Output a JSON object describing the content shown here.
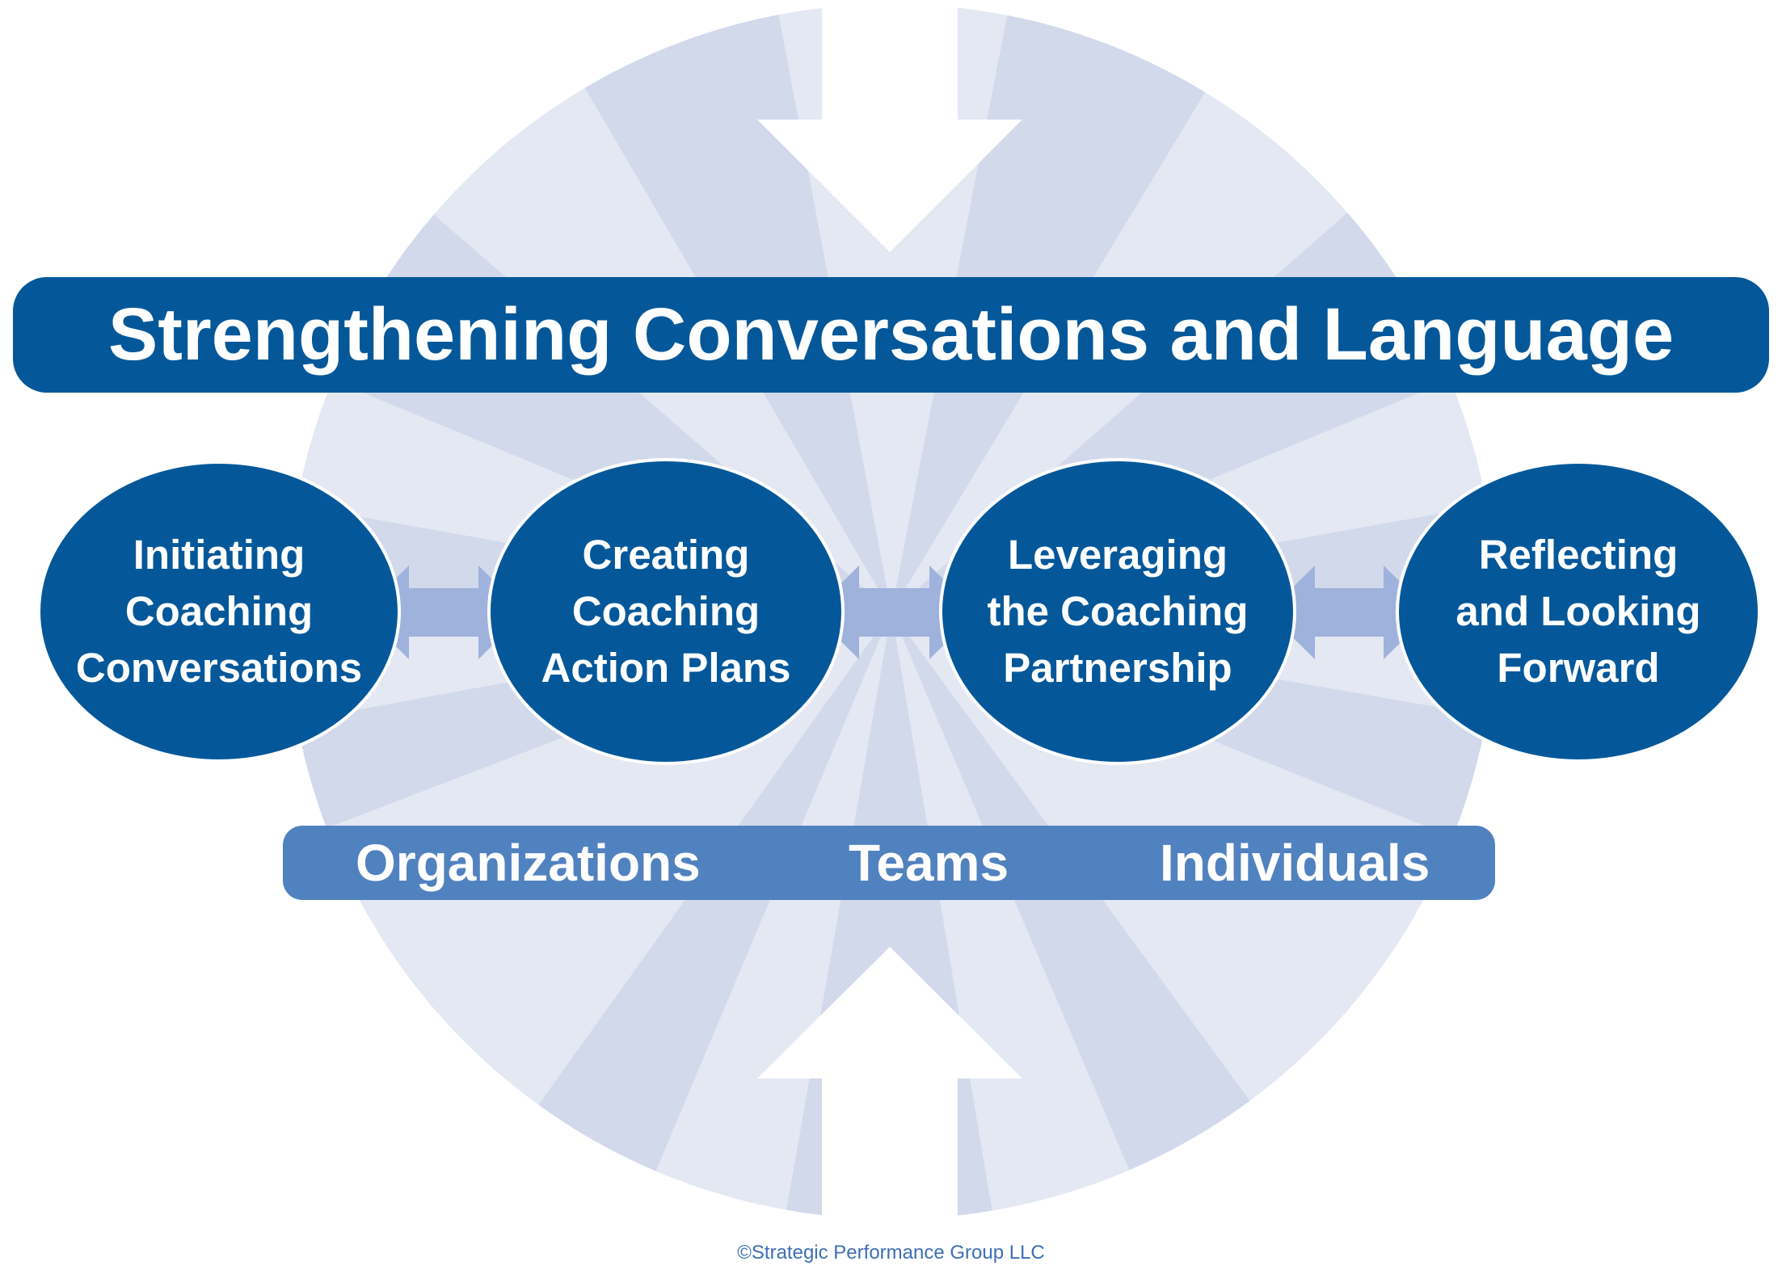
{
  "title": "Strengthening Conversations and Language",
  "stages": [
    {
      "lines": [
        "Initiating",
        "Coaching",
        "Conversations"
      ]
    },
    {
      "lines": [
        "Creating",
        "Coaching",
        "Action Plans"
      ]
    },
    {
      "lines": [
        "Leveraging",
        "the Coaching",
        "Partnership"
      ]
    },
    {
      "lines": [
        "Reflecting",
        "and Looking",
        "Forward"
      ]
    }
  ],
  "levels": {
    "organizations": "Organizations",
    "teams": "Teams",
    "individuals": "Individuals"
  },
  "copyright": "©Strategic Performance Group LLC",
  "colors": {
    "primary": "#04589a",
    "bar": "#5182c0",
    "connector": "#9fb2db",
    "background_light": "#e3e8f3",
    "background_mid": "#d2d9eb"
  },
  "icons": {
    "connector": "double-headed-arrow",
    "top": "down-arrow",
    "bottom": "up-arrow"
  }
}
